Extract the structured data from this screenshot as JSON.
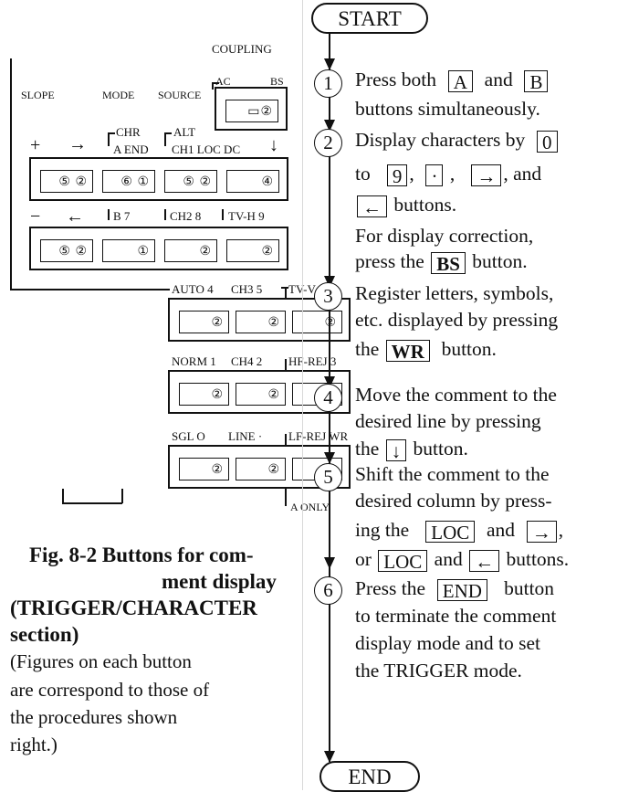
{
  "panel": {
    "coupling": "COUPLING",
    "ac": "AC",
    "bs": "BS",
    "slope": "SLOPE",
    "mode": "MODE",
    "source": "SOURCE",
    "chr": "CHR",
    "alt": "ALT",
    "plus": "+",
    "arrow_right": "→",
    "a_end": "A  END",
    "ch1_loc_dc": "CH1 LOC DC",
    "arrow_down": "↓",
    "minus": "−",
    "arrow_left": "←",
    "b7": "B  7",
    "ch2_8": "CH2  8",
    "tvh_9": "TV-H  9",
    "auto4": "AUTO 4",
    "ch3_5": "CH3  5",
    "tvv_6": "TV-V 6",
    "norm1": "NORM 1",
    "ch4_2": "CH4   2",
    "hfrej3": "HF-REJ 3",
    "sgl0": "SGL  O",
    "line_dot": "LINE   ·",
    "lfrej_wr": "LF-REJ WR",
    "a_only": "A    ONLY",
    "coupling_btn": "②",
    "row1": [
      "⑤ ②",
      "⑥ ①",
      "⑤ ②",
      "④"
    ],
    "row2": [
      "⑤ ②",
      "①",
      "②",
      "②"
    ],
    "row3": [
      "②",
      "②",
      "②"
    ],
    "row4": [
      "②",
      "②",
      "②"
    ],
    "row5": [
      "②",
      "②",
      "③"
    ]
  },
  "caption": {
    "title1": "Fig. 8-2  Buttons for com-",
    "title2": "ment display",
    "title3": "(TRIGGER/CHARACTER",
    "title4": "section)",
    "body1": "(Figures  on  each  button",
    "body2": "are correspond to those of",
    "body3": "the     procedures     shown",
    "body4": "right.)"
  },
  "flow": {
    "start": "START",
    "end": "END",
    "n1": "1",
    "n2": "2",
    "n3": "3",
    "n4": "4",
    "n5": "5",
    "n6": "6",
    "s1a": "Press both",
    "k_A": "A",
    "and": "and",
    "k_B": "B",
    "s1b": "buttons simultaneously.",
    "s2a": "Display characters by",
    "k_0": "0",
    "to": "to",
    "k_9": "9",
    "comma": ",",
    "k_dot": "·",
    "k_right": "→",
    "and2": ", and",
    "k_left": "←",
    "buttons": "buttons.",
    "s2c": "For    display    correction,",
    "press_the": "press the",
    "k_BS": "BS",
    "button": "button.",
    "s3a": "Register letters, symbols,",
    "s3b": "etc. displayed by pressing",
    "the": "the",
    "k_WR": "WR",
    "s4a": "Move the comment to the",
    "s4b": "desired   line   by   pressing",
    "k_down": "↓",
    "s5a": "Shift the comment to the",
    "s5b": "desired  column  by  press-",
    "ing_the": "ing  the",
    "k_LOC": "LOC",
    "and3": "and",
    "or": "or",
    "buttons2": "buttons.",
    "s6a": "Press  the",
    "k_END": "END",
    "button2": "button",
    "s6b": "to terminate the comment",
    "s6c": "display mode and to set",
    "s6d": "the TRIGGER mode."
  }
}
